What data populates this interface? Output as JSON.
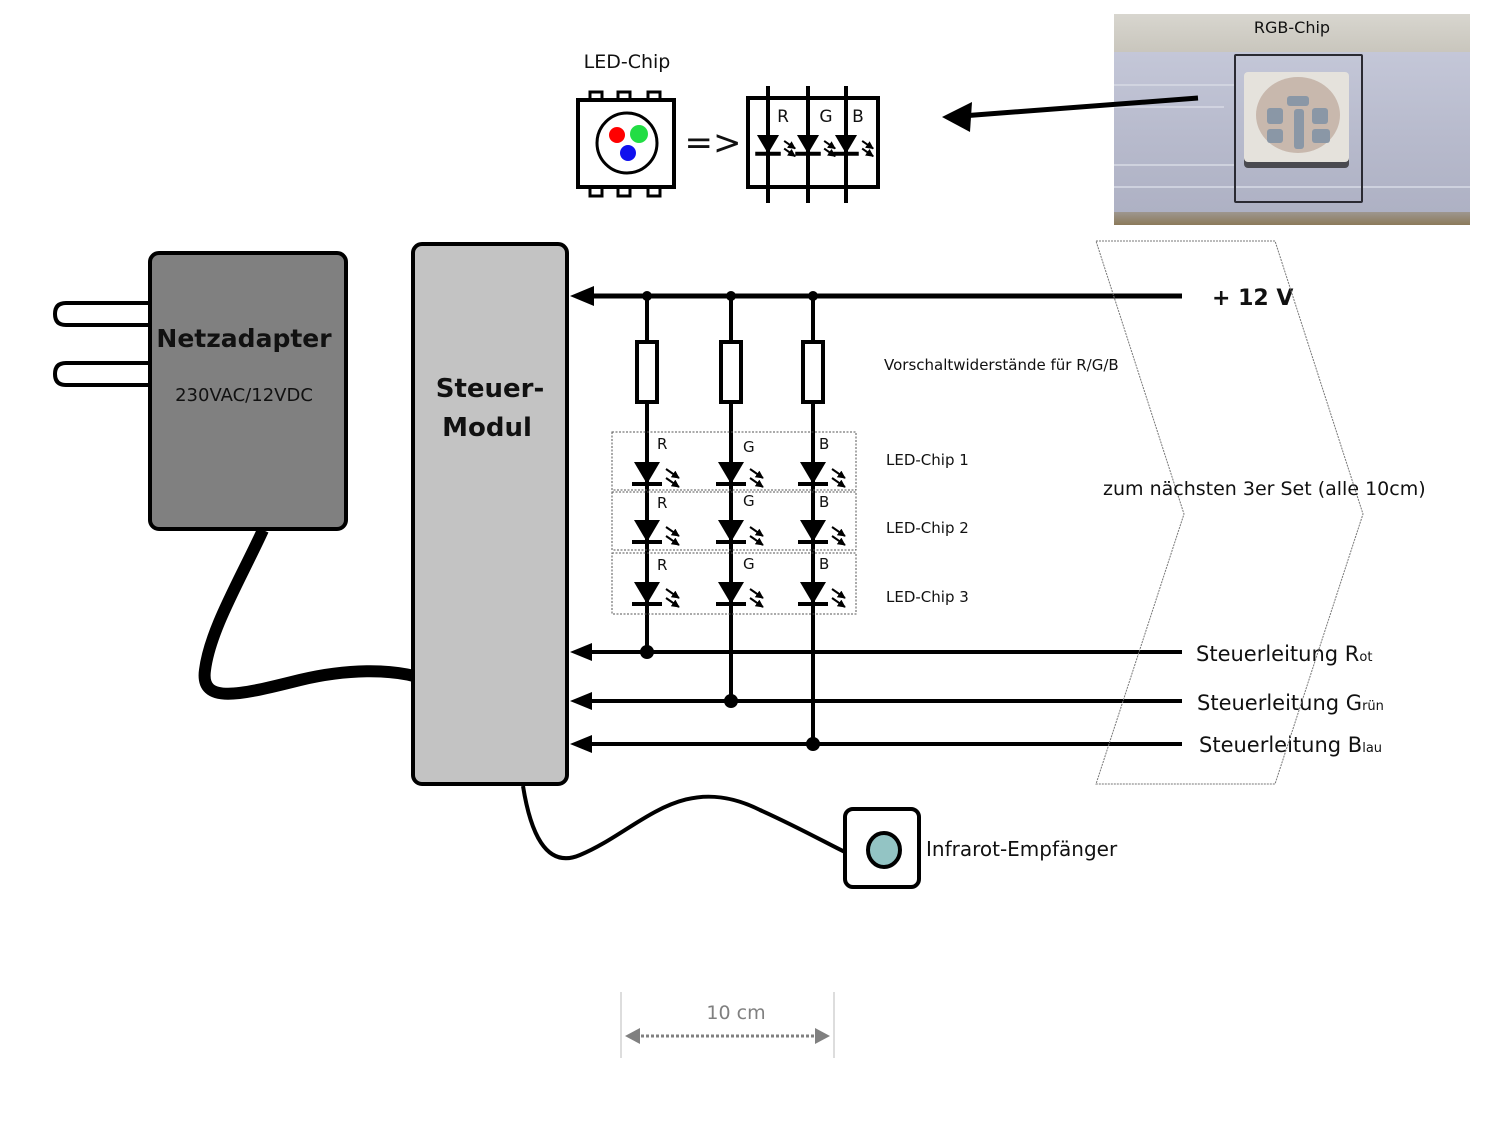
{
  "diagram": {
    "title": "RGB LED strip wiring",
    "led_chip_caption": "LED-Chip",
    "equals_arrow": "=>",
    "schematic_channels": [
      "R",
      "G",
      "B"
    ],
    "chip_dot_colors": {
      "red": "#ff0000",
      "green": "#22dd44",
      "blue": "#1010ee"
    },
    "photo_caption": "RGB-Chip",
    "power_adapter": {
      "title": "Netzadapter",
      "rating": "230VAC/12VDC",
      "fill": "#808080"
    },
    "control_module": {
      "line1": "Steuer-",
      "line2": "Modul",
      "fill": "#c3c3c3"
    },
    "supply_label": "+ 12 V",
    "resistor_label": "Vorschaltwiderstände für R/G/B",
    "led_chips": [
      {
        "label": "LED-Chip 1",
        "channels": [
          "R",
          "G",
          "B"
        ]
      },
      {
        "label": "LED-Chip 2",
        "channels": [
          "R",
          "G",
          "B"
        ]
      },
      {
        "label": "LED-Chip 3",
        "channels": [
          "R",
          "G",
          "B"
        ]
      }
    ],
    "next_set_label": "zum nächsten 3er Set (alle 10cm)",
    "control_lines": [
      {
        "main": "Steuerleitung ",
        "initial": "R",
        "suffix": "ot"
      },
      {
        "main": "Steuerleitung ",
        "initial": "G",
        "suffix": "rün"
      },
      {
        "main": "Steuerleitung ",
        "initial": "B",
        "suffix": "lau"
      }
    ],
    "ir_receiver": {
      "label": "Infrarot-Empfänger",
      "lens_color": "#93c4c4"
    },
    "dimension": {
      "label": "10 cm",
      "color": "#808080"
    }
  }
}
